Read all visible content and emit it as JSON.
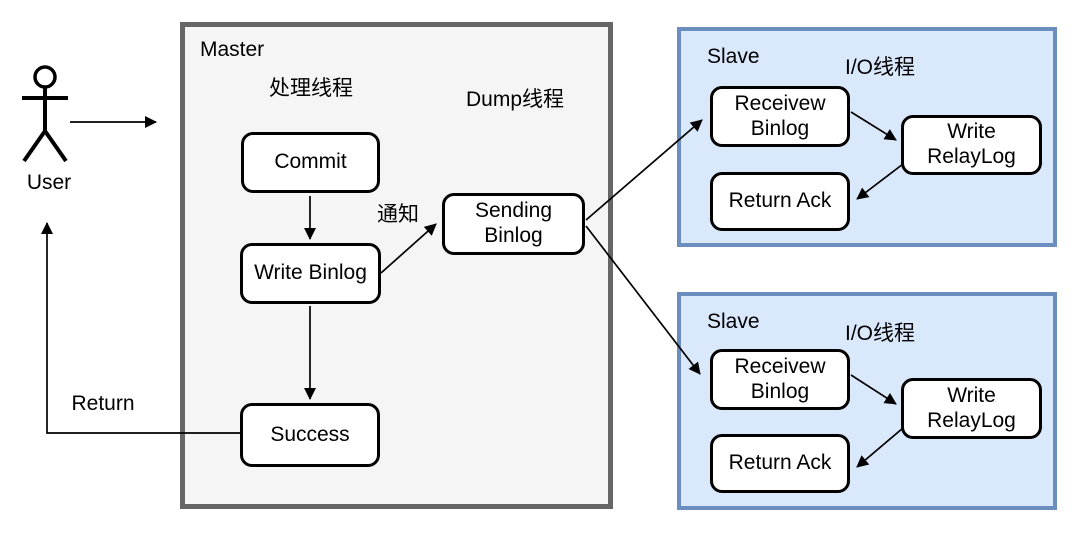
{
  "user": {
    "label": "User"
  },
  "master": {
    "label": "Master",
    "process_thread_label": "处理线程",
    "dump_thread_label": "Dump线程",
    "commit": {
      "label": "Commit"
    },
    "write_binlog": {
      "label": "Write Binlog"
    },
    "sending_binlog": {
      "line1": "Sending",
      "line2": "Binlog"
    },
    "success": {
      "label": "Success"
    }
  },
  "edges": {
    "notify_label": "通知",
    "return_label": "Return"
  },
  "slaves": [
    {
      "label": "Slave",
      "io_thread_label": "I/O线程",
      "receive_binlog": {
        "line1": "Receivew",
        "line2": "Binlog"
      },
      "write_relaylog": {
        "line1": "Write",
        "line2": "RelayLog"
      },
      "return_ack": {
        "label": "Return Ack"
      }
    },
    {
      "label": "Slave",
      "io_thread_label": "I/O线程",
      "receive_binlog": {
        "line1": "Receivew",
        "line2": "Binlog"
      },
      "write_relaylog": {
        "line1": "Write",
        "line2": "RelayLog"
      },
      "return_ack": {
        "label": "Return Ack"
      }
    }
  ],
  "colors": {
    "master_fill": "#f5f5f5",
    "master_border": "#666666",
    "slave_fill": "#dae8fc",
    "slave_border": "#6c8ebf",
    "node_fill": "#ffffff",
    "node_border": "#000000",
    "arrow": "#000000"
  }
}
